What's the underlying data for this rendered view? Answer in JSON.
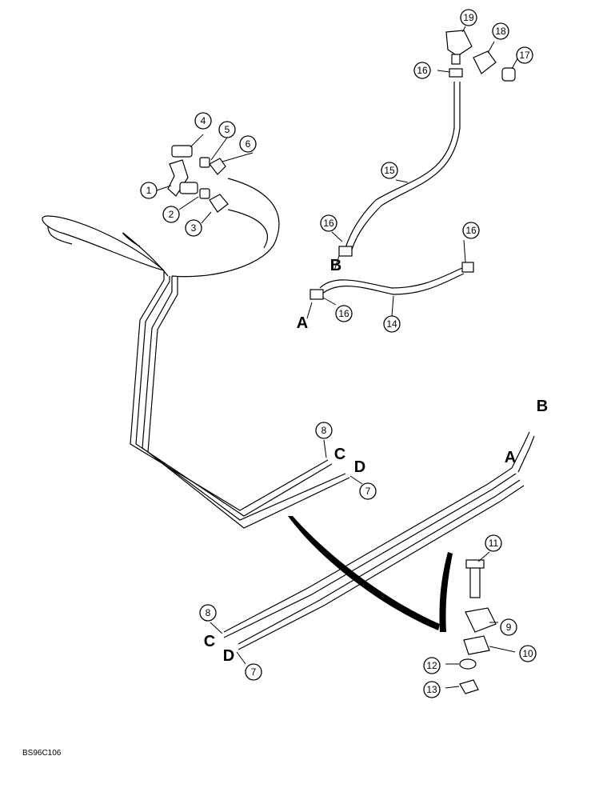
{
  "callouts": {
    "c1": "1",
    "c2": "2",
    "c3": "3",
    "c4": "4",
    "c5": "5",
    "c6": "6",
    "c7a": "7",
    "c7b": "7",
    "c8a": "8",
    "c8b": "8",
    "c9": "9",
    "c10": "10",
    "c11": "11",
    "c12": "12",
    "c13": "13",
    "c14": "14",
    "c15": "15",
    "c16a": "16",
    "c16b": "16",
    "c16c": "16",
    "c16d": "16",
    "c17": "17",
    "c18": "18",
    "c19": "19"
  },
  "letters": {
    "hose_a": "A",
    "hose_b": "B",
    "tube_b": "B",
    "tube_a": "A",
    "tube_c_upper": "C",
    "tube_d_upper": "D",
    "tube_c_lower": "C",
    "tube_d_lower": "D"
  },
  "figure_code": "BS96C106"
}
